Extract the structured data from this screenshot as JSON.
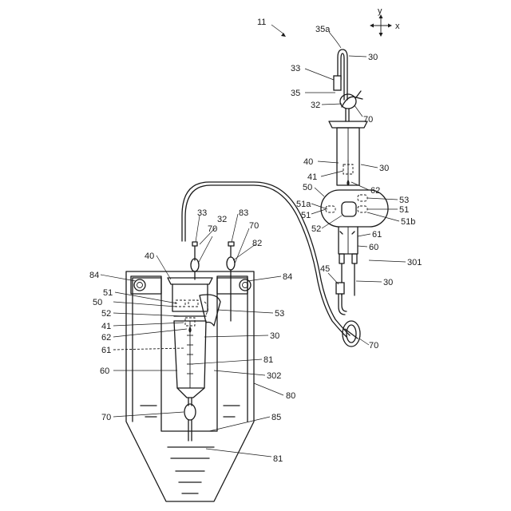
{
  "labels": {
    "fig": "11",
    "axis_y": "y",
    "axis_x": "x",
    "a35a": "35a",
    "a30_top": "30",
    "a33_right": "33",
    "a35": "35",
    "a32_right": "32",
    "a70_right_top": "70",
    "a40_right": "40",
    "a30_right_mid": "30",
    "a41_right": "41",
    "a62_right": "62",
    "a50_right": "50",
    "a53_right": "53",
    "a51a": "51a",
    "a51_right_r": "51",
    "a51_right_l": "51",
    "a51b": "51b",
    "a52_right": "52",
    "a61_right": "61",
    "a60_right": "60",
    "a301": "301",
    "a45": "45",
    "a30_right_low": "30",
    "a70_right_low": "70",
    "a33_left": "33",
    "a32_left": "32",
    "a83": "83",
    "a70_left_a": "70",
    "a70_left_b": "70",
    "a82": "82",
    "a40_left": "40",
    "a84_left": "84",
    "a84_right": "84",
    "a51_left": "51",
    "a50_left": "50",
    "a52_left": "52",
    "a53_left": "53",
    "a41_left": "41",
    "a62_left": "62",
    "a30_left": "30",
    "a61_left": "61",
    "a81_mid": "81",
    "a60_left": "60",
    "a302": "302",
    "a80": "80",
    "a70_left_low": "70",
    "a85": "85",
    "a81_low": "81"
  }
}
